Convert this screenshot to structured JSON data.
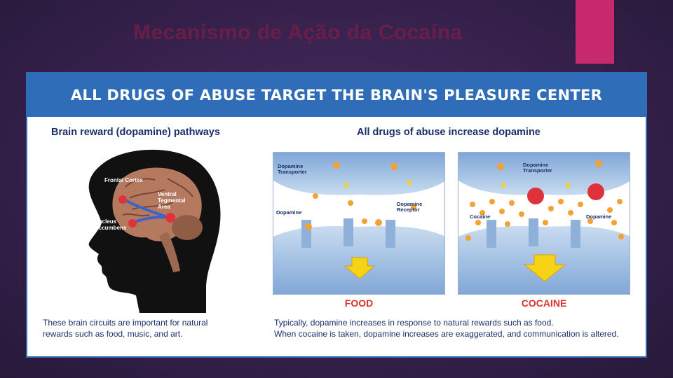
{
  "slide": {
    "title": "Mecanismo de Ação da Cocaína"
  },
  "figure": {
    "header": "ALL DRUGS OF ABUSE TARGET THE BRAIN'S PLEASURE CENTER",
    "left": {
      "heading": "Brain reward (dopamine) pathways",
      "labels": {
        "frontal_cortex": "Frontal Cortex",
        "vta_line1": "Ventral",
        "vta_line2": "Tegmental",
        "vta_line3": "Area",
        "nucleus_line1": "Nucleus",
        "nucleus_line2": "Accumbens"
      },
      "caption_line1": "These brain circuits are important for natural",
      "caption_line2": "rewards such as food, music, and art."
    },
    "right": {
      "heading": "All drugs of abuse increase dopamine",
      "food_panel": {
        "title": "FOOD",
        "transporter_line1": "Dopamine",
        "transporter_line2": "Transporter",
        "dopamine": "Dopamine",
        "receptor_line1": "Dopamine",
        "receptor_line2": "Receptor"
      },
      "cocaine_panel": {
        "title": "COCAINE",
        "transporter_line1": "Dopamine",
        "transporter_line2": "Transporter",
        "cocaine": "Cocaine",
        "dopamine": "Dopamine"
      },
      "caption_line1": "Typically, dopamine increases in response to natural rewards such as food.",
      "caption_line2": "When cocaine is taken, dopamine increases are exaggerated, and communication is altered."
    }
  },
  "colors": {
    "accent": "#c72a6c",
    "header_blue": "#2f6db8",
    "panel_title_red": "#d9332b",
    "text_navy": "#1b2f6a",
    "dopamine_orange": "#f4a235",
    "arrow_yellow": "#f7d316"
  }
}
